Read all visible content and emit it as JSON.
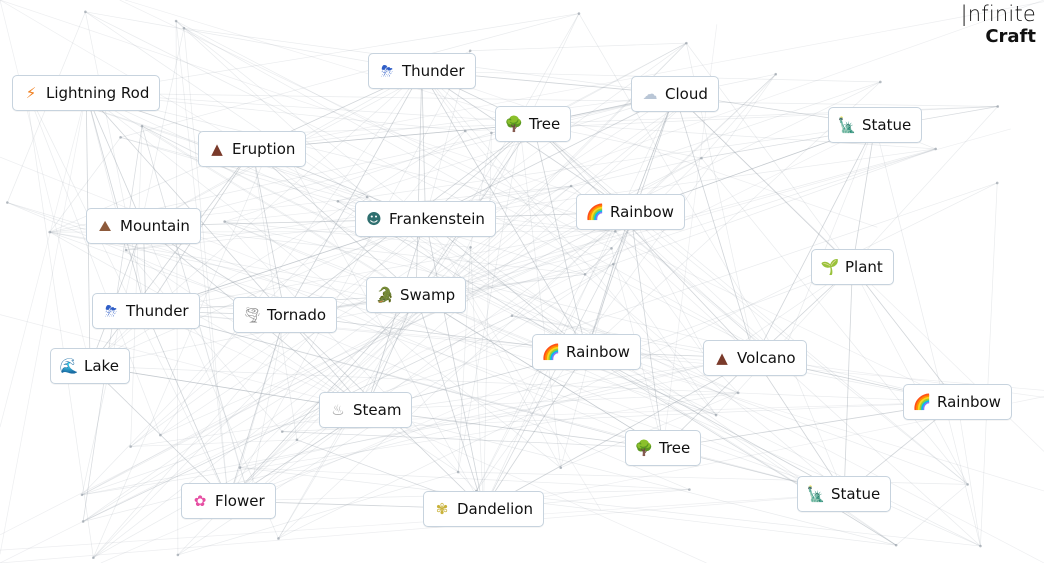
{
  "logo": {
    "line1": "|nfinite",
    "line2": "Craft"
  },
  "items": {
    "lightning_rod": {
      "label": "Lightning Rod",
      "icon": "lightning-bolt-icon",
      "glyph": "⚡",
      "color": "#f07f1f"
    },
    "thunder_top": {
      "label": "Thunder",
      "icon": "thunder-cloud-icon",
      "glyph": "⛈",
      "color": "#2f5ec7"
    },
    "cloud": {
      "label": "Cloud",
      "icon": "cloud-icon",
      "glyph": "☁",
      "color": "#b9c6d6"
    },
    "eruption": {
      "label": "Eruption",
      "icon": "volcano-icon",
      "glyph": "▲",
      "color": "#7a3a2a"
    },
    "tree_top": {
      "label": "Tree",
      "icon": "tree-icon",
      "glyph": "🌳",
      "color": "#2f7d1f"
    },
    "statue_top": {
      "label": "Statue",
      "icon": "statue-icon",
      "glyph": "🗽",
      "color": "#2e9f8f"
    },
    "mountain": {
      "label": "Mountain",
      "icon": "mountain-icon",
      "glyph": "⛰",
      "color": "#8d5a3b"
    },
    "frankenstein": {
      "label": "Frankenstein",
      "icon": "frankenstein-icon",
      "glyph": "☻",
      "color": "#2f6f6f"
    },
    "rainbow_top": {
      "label": "Rainbow",
      "icon": "rainbow-icon",
      "glyph": "🌈",
      "color": "#e0442a"
    },
    "plant": {
      "label": "Plant",
      "icon": "seedling-icon",
      "glyph": "🌱",
      "color": "#4b9a2a"
    },
    "thunder_left": {
      "label": "Thunder",
      "icon": "thunder-cloud-icon",
      "glyph": "⛈",
      "color": "#2f5ec7"
    },
    "tornado": {
      "label": "Tornado",
      "icon": "tornado-icon",
      "glyph": "🌪",
      "color": "#8a8a8a"
    },
    "swamp": {
      "label": "Swamp",
      "icon": "swamp-creature-icon",
      "glyph": "🐊",
      "color": "#1c9c4a"
    },
    "lake": {
      "label": "Lake",
      "icon": "wave-icon",
      "glyph": "🌊",
      "color": "#1f7fd1"
    },
    "rainbow_mid": {
      "label": "Rainbow",
      "icon": "rainbow-icon",
      "glyph": "🌈",
      "color": "#e0442a"
    },
    "volcano": {
      "label": "Volcano",
      "icon": "volcano-icon",
      "glyph": "▲",
      "color": "#7a3a2a"
    },
    "steam": {
      "label": "Steam",
      "icon": "steam-icon",
      "glyph": "♨",
      "color": "#9a9a9a"
    },
    "rainbow_right": {
      "label": "Rainbow",
      "icon": "rainbow-icon",
      "glyph": "🌈",
      "color": "#e0442a"
    },
    "tree_bottom": {
      "label": "Tree",
      "icon": "tree-icon",
      "glyph": "🌳",
      "color": "#2f7d1f"
    },
    "flower": {
      "label": "Flower",
      "icon": "flower-icon",
      "glyph": "✿",
      "color": "#e64fa3"
    },
    "dandelion": {
      "label": "Dandelion",
      "icon": "dandelion-icon",
      "glyph": "✾",
      "color": "#c9b23a"
    },
    "statue_bottom": {
      "label": "Statue",
      "icon": "statue-icon",
      "glyph": "🗽",
      "color": "#2e9f8f"
    }
  }
}
